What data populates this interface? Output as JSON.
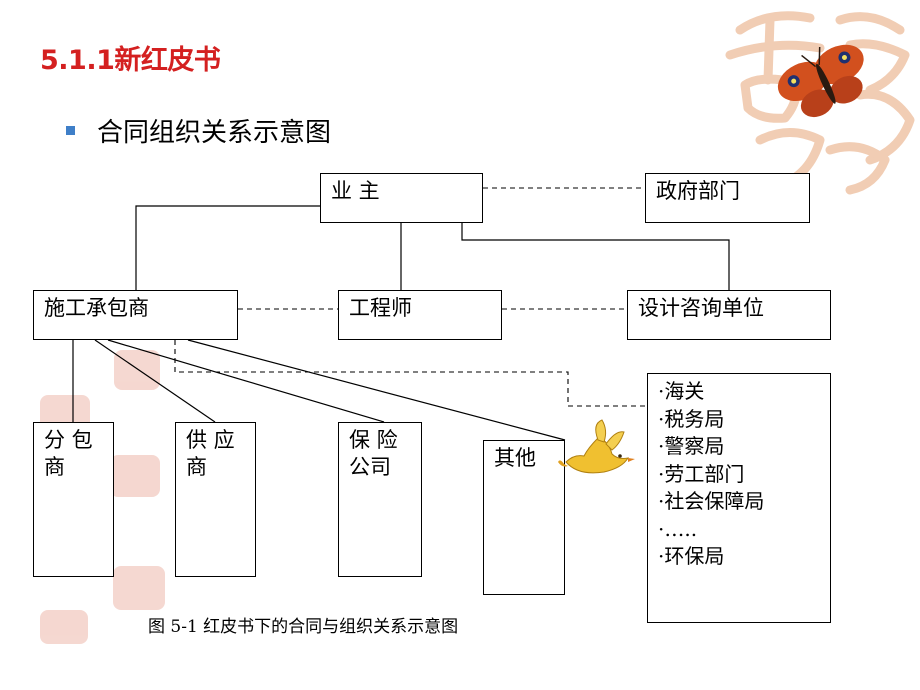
{
  "slide": {
    "title": "5.1.1新红皮书",
    "bullet": "合同组织关系示意图"
  },
  "diagram": {
    "nodes": {
      "owner": "业 主",
      "government": "政府部门",
      "contractor": "施工承包商",
      "engineer": "工程师",
      "design_consultant": "设计咨询单位",
      "subcontractor": "分 包\n商",
      "supplier": "供 应\n商",
      "insurance": "保 险\n公司",
      "others": "其他"
    },
    "others_list": [
      "·海关",
      "·税务局",
      "·警察局",
      "·劳工部门",
      "·社会保障局",
      "·…..",
      "·环保局"
    ],
    "caption": "图 5-1 红皮书下的合同与组织关系示意图"
  },
  "colors": {
    "title": "#d42020",
    "bullet": "#3f7fc8",
    "watermark": "#f1cdb4",
    "stamp": "#e9a898",
    "butterfly": "#d2501e",
    "bird": "#f0c030"
  }
}
